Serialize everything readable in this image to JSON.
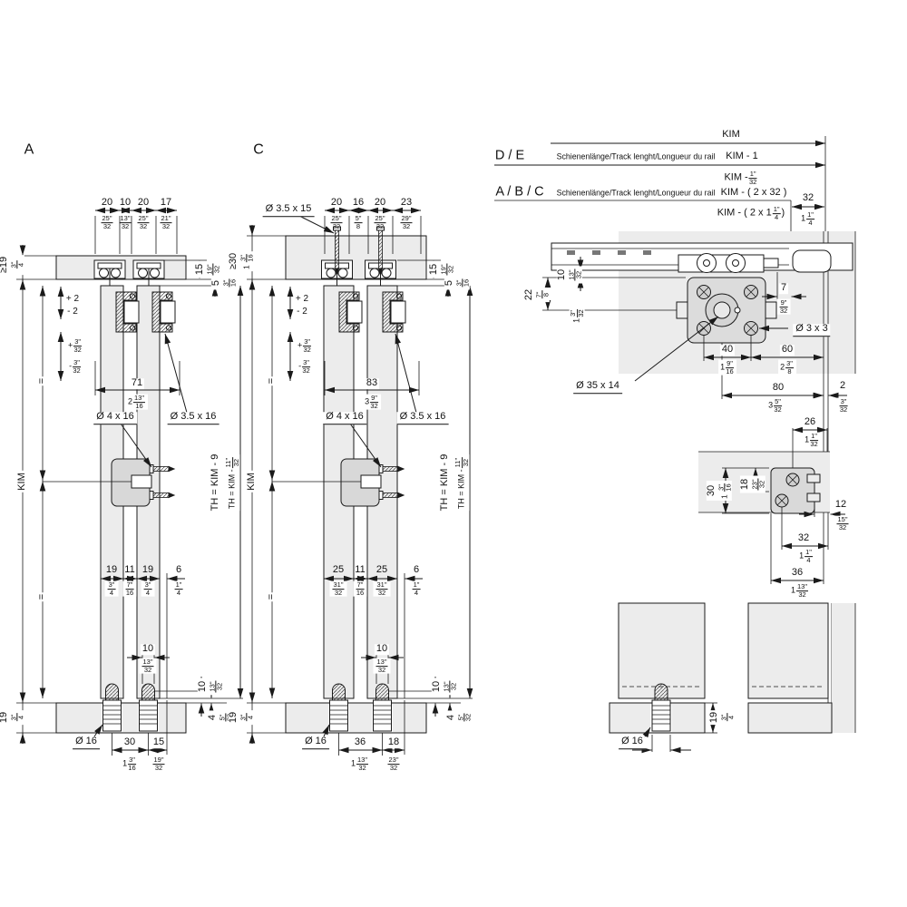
{
  "meta": {
    "equal_mark": "="
  },
  "a": {
    "title": "A",
    "top": [
      {
        "mm": "20",
        "in": "25/32\""
      },
      {
        "mm": "10",
        "in": "13/32\""
      },
      {
        "mm": "20",
        "in": "25/32\""
      },
      {
        "mm": "17",
        "in": "21/32\""
      }
    ],
    "board": {
      "mm": "≥19",
      "in": "3/4\""
    },
    "track": {
      "mm": "15",
      "in": "19/32\""
    },
    "gap": {
      "mm": "5",
      "in": "3/16\""
    },
    "tol_mm": {
      "plus": "+ 2",
      "minus": "- 2"
    },
    "tol_in": {
      "plus": "+ 3/32\"",
      "minus": "- 3/32\""
    },
    "width": {
      "mm": "71",
      "in": "2 13/16\""
    },
    "screw_mid": "Ø 4 x 16",
    "screw_top": "Ø 3.5 x 16",
    "kim": "KIM",
    "th_mm": "TH = KIM - 9",
    "th_in": "TH = KIM - 11/32\"",
    "bottom": [
      {
        "mm": "19",
        "in": "3/4\""
      },
      {
        "mm": "11",
        "in": "7/16\""
      },
      {
        "mm": "19",
        "in": "3/4\""
      },
      {
        "mm": "6",
        "in": "1/4\""
      }
    ],
    "slot": {
      "mm": "10",
      "in": "13/32\""
    },
    "pin_h": {
      "mm": "10",
      "in": "13/32\""
    },
    "board_b": {
      "mm": "19",
      "in": "3/4\""
    },
    "clear": {
      "mm": "4",
      "in": "5/32\""
    },
    "pin": "Ø 16",
    "pitch": {
      "mm": "30",
      "in": "1 3/16\""
    },
    "off": {
      "mm": "15",
      "in": "19/32\""
    }
  },
  "c": {
    "title": "C",
    "screw_track": "Ø 3.5 x 15",
    "top": [
      {
        "mm": "20",
        "in": "25/32\""
      },
      {
        "mm": "16",
        "in": "5/8\""
      },
      {
        "mm": "20",
        "in": "25/32\""
      },
      {
        "mm": "23",
        "in": "29/32\""
      }
    ],
    "board": {
      "mm": "≥30",
      "in": "1 3/16\""
    },
    "track": {
      "mm": "15",
      "in": "19/32\""
    },
    "gap": {
      "mm": "5",
      "in": "3/16\""
    },
    "tol_mm": {
      "plus": "+ 2",
      "minus": "- 2"
    },
    "tol_in": {
      "plus": "+ 3/32\"",
      "minus": "- 3/32\""
    },
    "width": {
      "mm": "83",
      "in": "3 9/32\""
    },
    "screw_mid": "Ø 4 x 16",
    "screw_top": "Ø 3.5 x 16",
    "kim": "KIM",
    "th_mm": "TH = KIM - 9",
    "th_in": "TH = KIM - 11/32\"",
    "bottom": [
      {
        "mm": "25",
        "in": "31/32\""
      },
      {
        "mm": "11",
        "in": "7/16\""
      },
      {
        "mm": "25",
        "in": "31/32\""
      },
      {
        "mm": "6",
        "in": "1/4\""
      }
    ],
    "slot": {
      "mm": "10",
      "in": "13/32\""
    },
    "pin_h": {
      "mm": "10",
      "in": "13/32\""
    },
    "board_b": {
      "mm": "19",
      "in": "3/4\""
    },
    "clear": {
      "mm": "4",
      "in": "5/32\""
    },
    "pin": "Ø 16",
    "pitch": {
      "mm": "36",
      "in": "1 13/32\""
    },
    "off": {
      "mm": "18",
      "in": "23/32\""
    }
  },
  "formulas": {
    "kim": "KIM",
    "de": "D / E",
    "abc": "A / B / C",
    "track_length": "Schienenlänge/Track lenght/Longueur du rail",
    "de_mm": "KIM - 1",
    "de_in": "KIM - 1/32\"",
    "abc_mm": "KIM - ( 2 x 32 )",
    "abc_in": "KIM - ( 2 x 1 1/4\" )",
    "dim32": {
      "mm": "32",
      "in": "1 1/4\""
    }
  },
  "carriage": {
    "h22": {
      "mm": "22",
      "in": "7/8\""
    },
    "h10": {
      "mm": "10",
      "in": "13/32\""
    },
    "h28_in": "1 3/32\"",
    "off7": {
      "mm": "7",
      "in": "9/32\""
    },
    "screw": "Ø 3 x 3",
    "d40": {
      "mm": "40",
      "in": "1 9/16\""
    },
    "d60": {
      "mm": "60",
      "in": "2 3/8\""
    },
    "cam": "Ø 35 x 14",
    "d80": {
      "mm": "80",
      "in": "3 5/32\""
    },
    "d2": {
      "mm": "2",
      "in": "3/32\""
    }
  },
  "bracket": {
    "w26": {
      "mm": "26",
      "in": "1 1/32\""
    },
    "h30": {
      "mm": "30",
      "in": "1 3/16\""
    },
    "h18": {
      "mm": "18",
      "in": "23/32\""
    },
    "d12": {
      "mm": "12",
      "in": "15/32\""
    },
    "w32": {
      "mm": "32",
      "in": "1 1/4\""
    },
    "w36": {
      "mm": "36",
      "in": "1 13/32\""
    }
  },
  "guide": {
    "board": {
      "mm": "19",
      "in": "3/4\""
    },
    "pin": "Ø 16"
  }
}
